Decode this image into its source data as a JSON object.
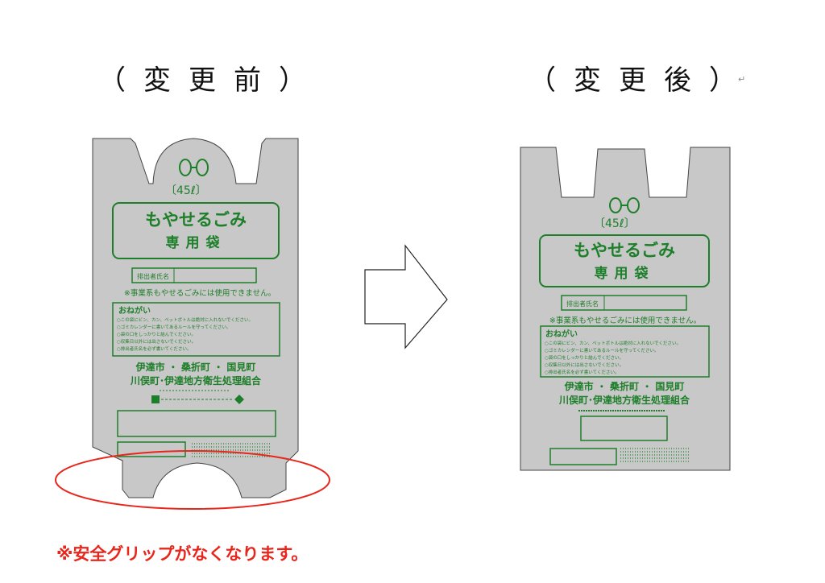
{
  "headings": {
    "before": "（変更前）",
    "after": "（変更後）"
  },
  "return_mark": "↵",
  "bag_text": {
    "size": "〔45ℓ〕",
    "title_line1": "もやせるごみ",
    "title_line2": "専用袋",
    "name_label": "排出者氏名",
    "warning": "※事業系もやせるごみには使用できません。",
    "request_title": "おねがい",
    "requests": [
      "○この袋にビン、カン、ペットボトルは絶対に入れないでください。",
      "○ゴミカレンダーに書いてあるルールを守ってください。",
      "○袋の口をしっかりと結んでください。",
      "○収集日以外には出さないでください。",
      "○排出者氏名を必ず書いてください。"
    ],
    "municipalities_line1": "伊達市 ・ 桑折町 ・ 国見町",
    "municipalities_line2": "川俣町･伊達地方衛生処理組合"
  },
  "note": "※安全グリップがなくなります。",
  "colors": {
    "bag_fill": "#c8c8c8",
    "bag_outline": "#444444",
    "print_green": "#1e7f2a",
    "highlight_red": "#e8261c"
  },
  "icons": {
    "bag_logo": "two-ovals-connector-icon",
    "change_arrow": "right-arrow-icon"
  }
}
